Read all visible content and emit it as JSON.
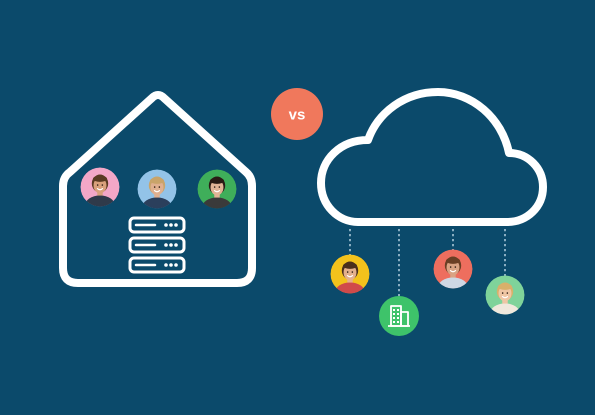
{
  "vs_badge": {
    "label": "vs",
    "color": "#f0785c"
  },
  "colors": {
    "background": "#0b4a6b",
    "outline": "#ffffff",
    "connector": "#a9c7d8"
  },
  "on_premise": {
    "icon": "house-icon",
    "avatars": [
      {
        "name": "person-avatar",
        "bg": "#f3a7c7",
        "skin": "#d9a07c",
        "hair": "#5a3a22",
        "shirt": "#2f3a4a"
      },
      {
        "name": "person-avatar",
        "bg": "#93c3e8",
        "skin": "#e0b090",
        "hair": "#c9a46a",
        "shirt": "#2b3f5c"
      },
      {
        "name": "person-avatar",
        "bg": "#3fae5a",
        "skin": "#e2b496",
        "hair": "#2a1b14",
        "shirt": "#3a3a3a"
      }
    ],
    "server_icon": "server-stack-icon"
  },
  "cloud": {
    "icon": "cloud-icon",
    "nodes": [
      {
        "kind": "person-avatar",
        "bg": "#f3c21c",
        "skin": "#e4b08c",
        "hair": "#4a2e1c",
        "shirt": "#d04a4a"
      },
      {
        "kind": "building-icon",
        "bg": "#3ec36a"
      },
      {
        "kind": "person-avatar",
        "bg": "#ee6e5e",
        "skin": "#d9a383",
        "hair": "#6a3f24",
        "shirt": "#cfd8e4"
      },
      {
        "kind": "person-avatar",
        "bg": "#7fd39a",
        "skin": "#efc6a4",
        "hair": "#d8b06a",
        "shirt": "#f0e8dc"
      }
    ]
  }
}
